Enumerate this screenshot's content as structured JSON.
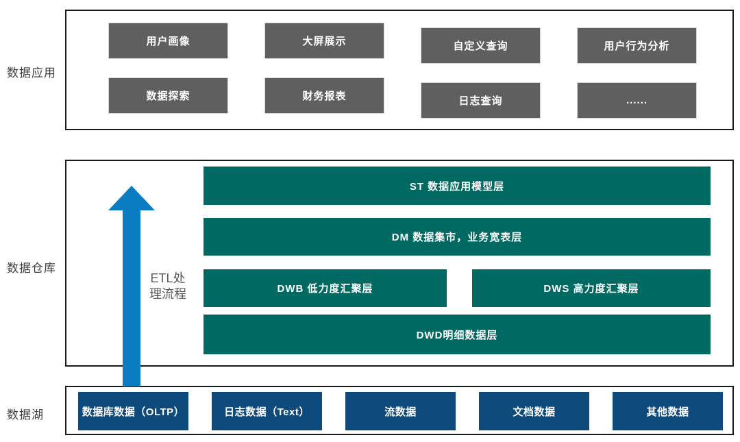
{
  "app_section": {
    "label": "数据应用",
    "boxes": [
      "用户画像",
      "大屏展示",
      "自定义查询",
      "用户行为分析",
      "数据探索",
      "财务报表",
      "日志查询",
      "......"
    ]
  },
  "warehouse_section": {
    "label": "数据仓库",
    "etl_label": "ETL处\n理流程",
    "layers": {
      "st": "ST 数据应用模型层",
      "dm": "DM 数据集市，业务宽表层",
      "dwb": "DWB 低力度汇聚层",
      "dws": "DWS 高力度汇聚层",
      "dwd": "DWD明细数据层"
    }
  },
  "lake_section": {
    "label": "数据湖",
    "boxes": [
      "数据库数据（OLTP）",
      "日志数据（Text）",
      "流数据",
      "文档数据",
      "其他数据"
    ]
  },
  "colors": {
    "app_box": "#5F5F5F",
    "warehouse_box": "#006A62",
    "lake_box": "#0E4A7B",
    "arrow": "#0A7CC2",
    "section_border": "#1A1A1A",
    "label_text": "#3D3D3D",
    "etl_text": "#595959",
    "box_text": "#FFFFFF"
  }
}
